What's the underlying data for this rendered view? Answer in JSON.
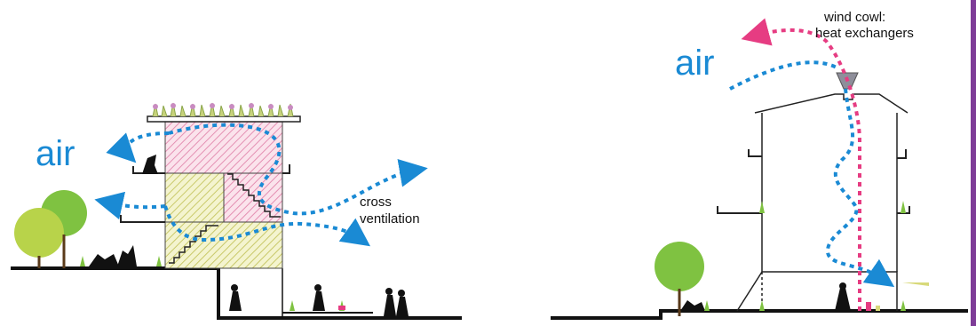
{
  "left_panel": {
    "air_label": "air",
    "cross_ventilation_label_line1": "cross",
    "cross_ventilation_label_line2": "ventilation"
  },
  "right_panel": {
    "air_label": "air",
    "wind_cowl_label_line1": "wind cowl:",
    "wind_cowl_label_line2": "heat exchangers"
  },
  "colors": {
    "air_flow": "#1a8ad4",
    "exhaust_flow": "#e63c82",
    "pink_hatch": "#e9a7c0",
    "yellow_hatch": "#d8d97a",
    "tree_green": "#7fc241",
    "ground": "#111111",
    "edge_accent": "#7e3c97"
  }
}
